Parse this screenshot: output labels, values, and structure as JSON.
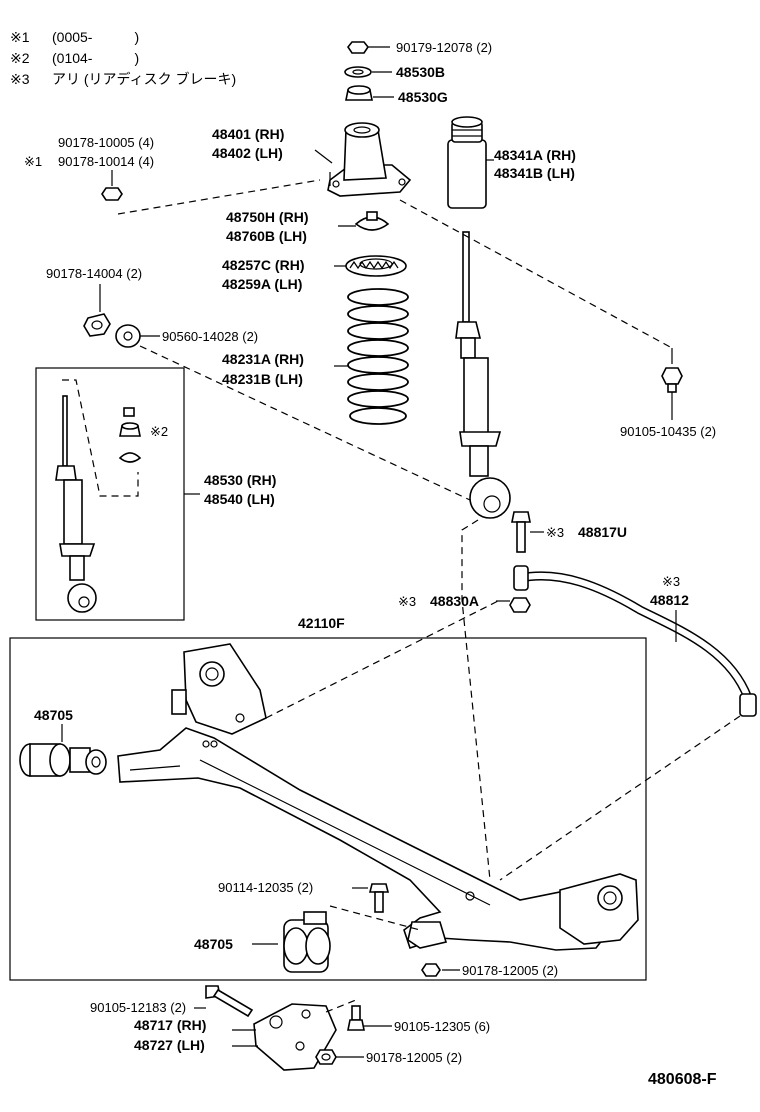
{
  "notes": [
    {
      "mark": "※1",
      "text": "(0005-　　　)"
    },
    {
      "mark": "※2",
      "text": "(0104-　　　)"
    },
    {
      "mark": "※3",
      "text": "アリ (リアディスク ブレーキ)"
    }
  ],
  "parts": {
    "nut_90179": "90179-12078 (2)",
    "p48530B": "48530B",
    "p48530G": "48530G",
    "nut_90178_10005": "90178-10005 (4)",
    "nut_90178_10014_mark": "※1",
    "nut_90178_10014": "90178-10014 (4)",
    "support_rh": "48401 (RH)",
    "support_lh": "48402 (LH)",
    "bumper_rh": "48341A (RH)",
    "bumper_lh": "48341B (LH)",
    "upper_seat_rh": "48750H (RH)",
    "upper_seat_lh": "48760B (LH)",
    "insulator_rh": "48257C (RH)",
    "insulator_lh": "48259A (LH)",
    "nut_90178_14004": "90178-14004 (2)",
    "washer_90560": "90560-14028 (2)",
    "spring_rh": "48231A (RH)",
    "spring_lh": "48231B (LH)",
    "bolt_90105_10435": "90105-10435 (2)",
    "inset_mark": "※2",
    "absorber_rh": "48530 (RH)",
    "absorber_lh": "48540 (LH)",
    "link_mark": "※3",
    "link": "48817U",
    "bracket_mark": "※3",
    "bracket": "48830A",
    "stabilizer_mark": "※3",
    "stabilizer": "48812",
    "axle_beam": "42110F",
    "bushing_upper": "48705",
    "bolt_90114": "90114-12035 (2)",
    "bushing_lower": "48705",
    "nut_90178_12005_a": "90178-12005 (2)",
    "bolt_90105_12183": "90105-12183 (2)",
    "bracket_rh": "48717 (RH)",
    "bracket_lh": "48727 (LH)",
    "bolt_90105_12305": "90105-12305 (6)",
    "nut_90178_12005_b": "90178-12005 (2)"
  },
  "figure_id": "480608-F"
}
